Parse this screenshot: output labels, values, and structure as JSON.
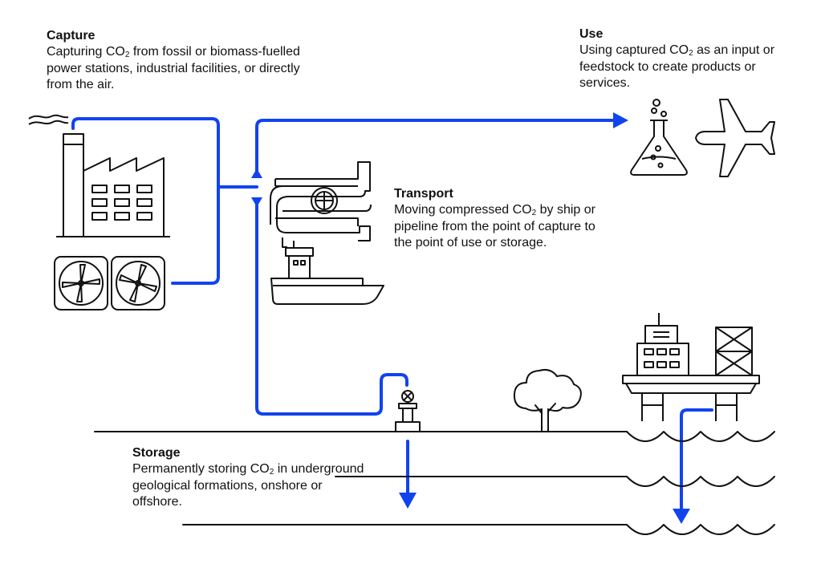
{
  "colors": {
    "flow": "#1144ee",
    "line": "#111111",
    "background": "#ffffff"
  },
  "capture": {
    "title": "Capture",
    "desc_pre": "Capturing CO",
    "desc_sub": "2",
    "desc_post": " from fossil or biomass-fuelled power stations, industrial facilities, or directly from the air."
  },
  "use": {
    "title": "Use",
    "desc_pre": "Using captured CO",
    "desc_sub": "2",
    "desc_post": " as an input or feedstock to create products or services."
  },
  "transport": {
    "title": "Transport",
    "desc_pre": "Moving compressed CO",
    "desc_sub": "2",
    "desc_post": " by ship or pipeline from the point of capture to the point of use or storage."
  },
  "storage": {
    "title": "Storage",
    "desc_pre": "Permanently storing CO",
    "desc_sub": "2",
    "desc_post": " in underground geological formations, onshore or offshore."
  },
  "icons": [
    "smoke-icon",
    "factory-icon",
    "direct-air-capture-fan-icon",
    "pipeline-icon",
    "ship-icon",
    "flask-icon",
    "airplane-icon",
    "injection-wellhead-icon",
    "tree-icon",
    "offshore-platform-icon",
    "sea-waves-icon"
  ]
}
